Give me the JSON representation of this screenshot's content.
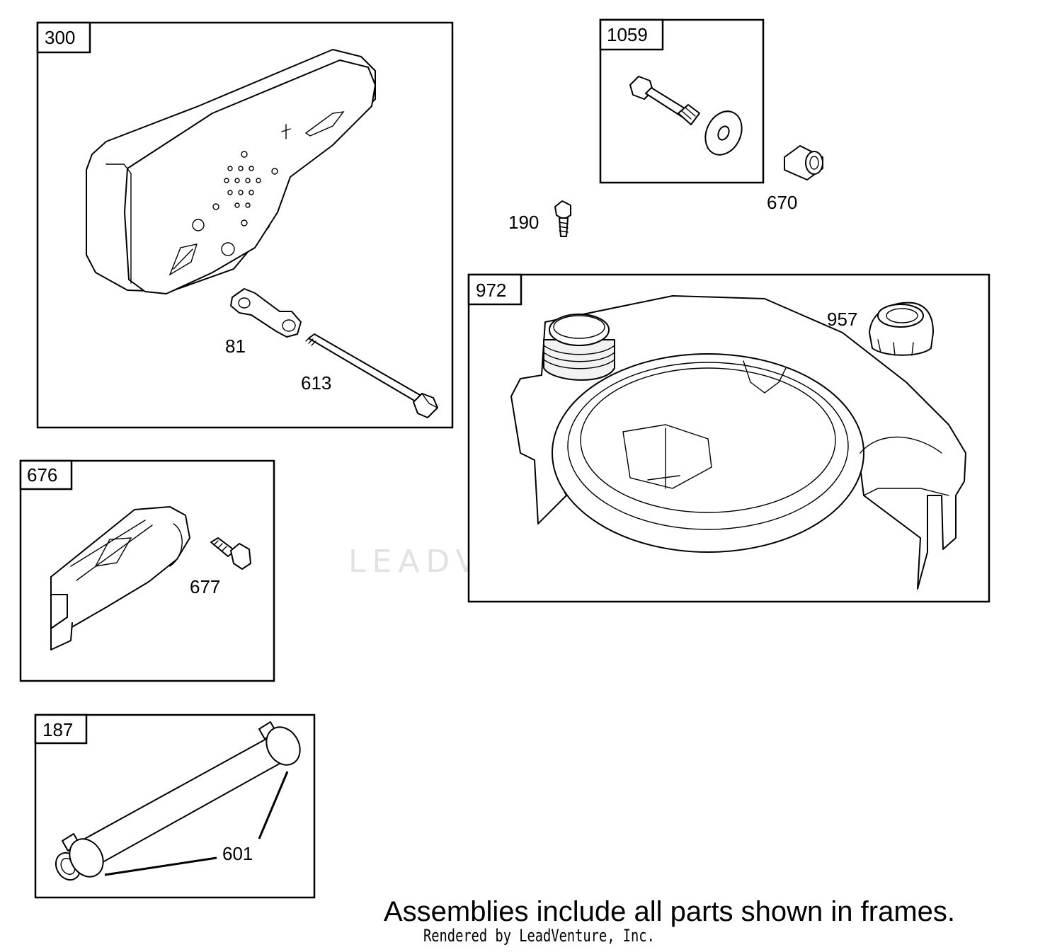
{
  "frames": [
    {
      "id": "frame-300",
      "ref": "300"
    },
    {
      "id": "frame-1059",
      "ref": "1059"
    },
    {
      "id": "frame-972",
      "ref": "972"
    },
    {
      "id": "frame-676",
      "ref": "676"
    },
    {
      "id": "frame-187",
      "ref": "187"
    }
  ],
  "callouts": {
    "c81": "81",
    "c613": "613",
    "c190": "190",
    "c670": "670",
    "c957": "957",
    "c677": "677",
    "c601": "601"
  },
  "watermark": "LEADVENTURE",
  "note": "Assemblies include all parts shown in frames.",
  "credit": "Rendered by LeadVenture, Inc."
}
